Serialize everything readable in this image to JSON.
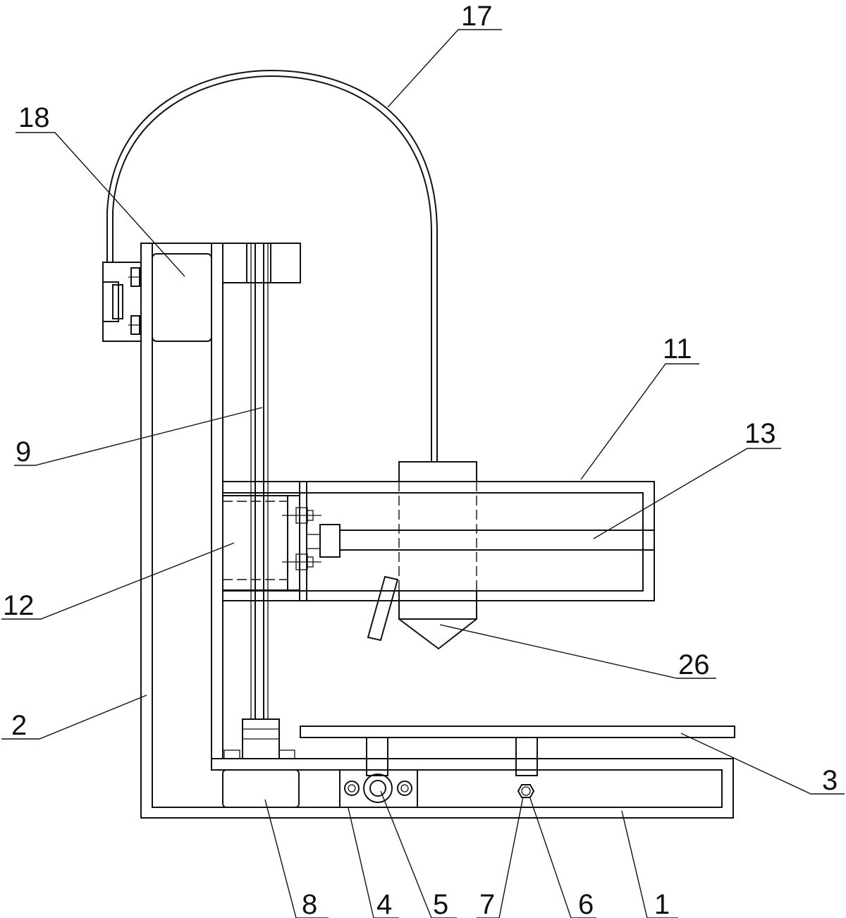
{
  "callouts": [
    {
      "id": "c1",
      "text": "1"
    },
    {
      "id": "c2",
      "text": "2"
    },
    {
      "id": "c3",
      "text": "3"
    },
    {
      "id": "c4",
      "text": "4"
    },
    {
      "id": "c5",
      "text": "5"
    },
    {
      "id": "c6",
      "text": "6"
    },
    {
      "id": "c7",
      "text": "7"
    },
    {
      "id": "c8",
      "text": "8"
    },
    {
      "id": "c9",
      "text": "9"
    },
    {
      "id": "c11",
      "text": "11"
    },
    {
      "id": "c12",
      "text": "12"
    },
    {
      "id": "c13",
      "text": "13"
    },
    {
      "id": "c17",
      "text": "17"
    },
    {
      "id": "c18",
      "text": "18"
    },
    {
      "id": "c26",
      "text": "26"
    }
  ]
}
